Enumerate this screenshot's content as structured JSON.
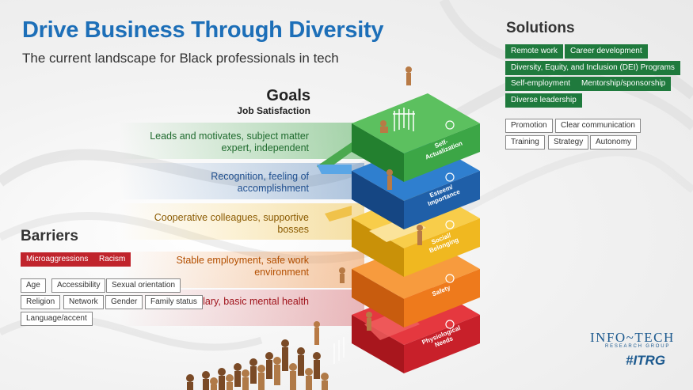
{
  "header": {
    "title": "Drive Business Through Diversity",
    "subtitle": "The current landscape for Black professionals in tech"
  },
  "goals": {
    "title": "Goals",
    "subtitle": "Job Satisfaction",
    "items": [
      "Leads and motivates, subject matter expert, independent",
      "Recognition, feeling of accomplishment",
      "Cooperative colleagues, supportive bosses",
      "Stable employment, safe work environment",
      "Salary, basic mental health"
    ]
  },
  "pyramid": {
    "levels": [
      {
        "line1": "Self-",
        "line2": "Actualization"
      },
      {
        "line1": "Esteem/",
        "line2": "Importance"
      },
      {
        "line1": "Social/",
        "line2": "Belonging"
      },
      {
        "line1": "Safety",
        "line2": ""
      },
      {
        "line1": "Physiological",
        "line2": "Needs"
      }
    ]
  },
  "solutions": {
    "title": "Solutions",
    "primary": [
      "Remote work",
      "Career development",
      "Diversity, Equity, and Inclusion (DEI) Programs",
      "Self-employment",
      "Mentorship/sponsorship",
      "Diverse leadership"
    ],
    "secondary": [
      "Promotion",
      "Clear communication",
      "Training",
      "Strategy",
      "Autonomy"
    ]
  },
  "barriers": {
    "title": "Barriers",
    "primary": [
      "Microaggressions",
      "Racism"
    ],
    "secondary": [
      "Age",
      "Accessibility",
      "Sexual orientation",
      "Religion",
      "Network",
      "Gender",
      "Family status",
      "Language/accent"
    ]
  },
  "brand": {
    "logo_main": "INFO~TECH",
    "logo_sub": "RESEARCH GROUP",
    "hashtag": "#ITRG"
  },
  "colors": {
    "title_blue": "#1d6fb8",
    "green": "#3ca646",
    "blue": "#1f5fa8",
    "yellow": "#f0b820",
    "orange": "#ee7a1c",
    "red": "#c8202a",
    "tag_green": "#1f7a3d",
    "tag_red": "#c0242c"
  }
}
